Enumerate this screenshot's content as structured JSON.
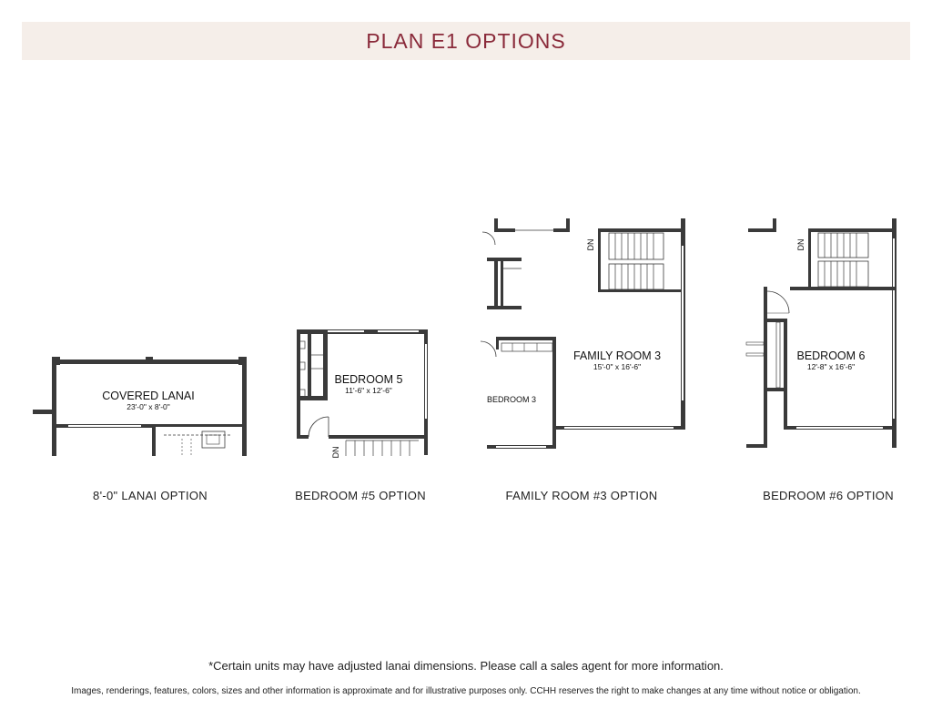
{
  "header": {
    "title": "PLAN E1 OPTIONS"
  },
  "options": [
    {
      "caption": "8'-0\" LANAI OPTION",
      "room": "COVERED LANAI",
      "dims": "23'-0\" x 8'-0\""
    },
    {
      "caption": "BEDROOM #5 OPTION",
      "room": "BEDROOM 5",
      "dims": "11'-6\" x 12'-6\"",
      "stair_label": "DN"
    },
    {
      "caption": "FAMILY ROOM #3 OPTION",
      "room": "FAMILY ROOM 3",
      "dims": "15'-0\" x 16'-6\"",
      "adjacent_room": "BEDROOM 3",
      "stair_label": "DN"
    },
    {
      "caption": "BEDROOM #6 OPTION",
      "room": "BEDROOM 6",
      "dims": "12'-8\" x 16'-6\"",
      "stair_label": "DN"
    }
  ],
  "footer": {
    "note": "*Certain units may have adjusted lanai dimensions. Please call a sales agent for more information.",
    "disclaimer": "Images, renderings, features, colors, sizes and other information is approximate and for illustrative purposes only. CCHH reserves the right to make changes at any time without notice or obligation."
  },
  "colors": {
    "title": "#8a2a3a",
    "title_bar": "#f5eee9",
    "wall": "#3a3a3a"
  }
}
